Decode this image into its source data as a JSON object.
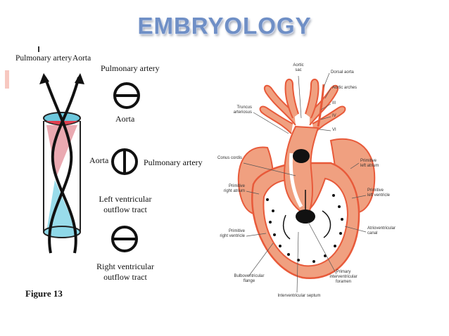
{
  "title": "EMBRYOLOGY",
  "figure": {
    "caption": "Figure 13",
    "top_labels": {
      "pulmonary_artery": "Pulmonary artery",
      "aorta": "Aorta"
    },
    "cross_sections": [
      {
        "above": "Pulmonary artery",
        "below": "Aorta"
      },
      {
        "left": "Aorta",
        "right": "Pulmonary artery",
        "below_line1": "Left ventricular",
        "below_line2": "outflow tract"
      },
      {
        "below_line1": "Right ventricular",
        "below_line2": "outflow tract"
      }
    ]
  },
  "heart": {
    "aortic_sac": [
      "Aortic",
      "sac"
    ],
    "dorsal_aorta": "Dorsal aorta",
    "aortic_arches": "Aortic arches",
    "arch_iii": "III",
    "arch_iv": "IV",
    "arch_vi": "VI",
    "truncus_arteriosus": [
      "Truncus",
      "arteriosus"
    ],
    "conus_cordis": "Conus cordis",
    "primitive_left_atrium": [
      "Primitive",
      "left atrium"
    ],
    "primitive_right_atrium": [
      "Primitive",
      "right atrium"
    ],
    "primitive_left_ventricle": [
      "Primitive",
      "left ventricle"
    ],
    "primitive_right_ventricle": [
      "Primitive",
      "right ventricle"
    ],
    "atrioventricular_canal": [
      "Atrioventricular",
      "canal"
    ],
    "bulboventricular_flange": [
      "Bulboventricular",
      "flange"
    ],
    "primary_interventricular_foramen": [
      "Primary",
      "interventricular",
      "foramen"
    ],
    "interventricular_septum": "Interventricular septum"
  },
  "colors": {
    "title": "#6f8fc6",
    "heart_fill": "#f0a080",
    "heart_stroke": "#e85a3a",
    "tube_red": "#e8a0a8",
    "tube_cyan": "#8ed8e8",
    "accent_bar": "#f5b8b0"
  }
}
